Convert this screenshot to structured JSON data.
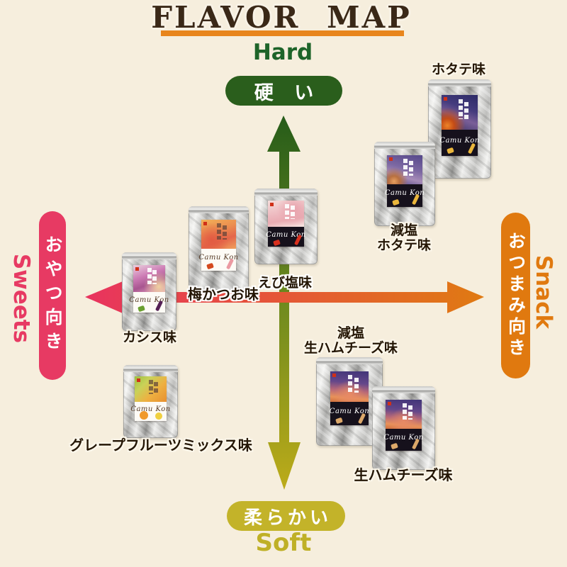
{
  "page": {
    "background_color": "#f6eedd"
  },
  "header": {
    "title": "FLAVOR MAP",
    "title_color": "#3a2817",
    "underline_color": "#e8851c"
  },
  "axes": {
    "hard_soft": {
      "top_en": "Hard",
      "top_pill": "硬 い",
      "bottom_pill": "柔らかい",
      "bottom_en": "Soft",
      "hard_color": "#1e6429",
      "soft_color": "#bfb026",
      "arrow_gradient": [
        "#265c1a",
        "#6e8a1e",
        "#bcab19"
      ]
    },
    "sweets_snack": {
      "left_en": "Sweets",
      "left_pill": "おやつ向き",
      "right_pill": "おつまみ向き",
      "right_en": "Snack",
      "sweets_color": "#e73a63",
      "snack_color": "#e0790f",
      "arrow_gradient": [
        "#e8335f",
        "#e5543a",
        "#e07a12"
      ]
    }
  },
  "brand": {
    "script": "Camu Kon"
  },
  "products": [
    {
      "id": "hotate",
      "label": "ホタテ味"
    },
    {
      "id": "genen-hotate",
      "label": "減塩\nホタテ味"
    },
    {
      "id": "ebi-shio",
      "label": "えび塩味"
    },
    {
      "id": "ume-katsuo",
      "label": "梅かつお味"
    },
    {
      "id": "cassis",
      "label": "カシス味"
    },
    {
      "id": "grapefruit",
      "label": "グレープフルーツミックス味"
    },
    {
      "id": "genen-namaham",
      "label": "減塩\n生ハムチーズ味"
    },
    {
      "id": "namaham",
      "label": "生ハムチーズ味"
    }
  ]
}
